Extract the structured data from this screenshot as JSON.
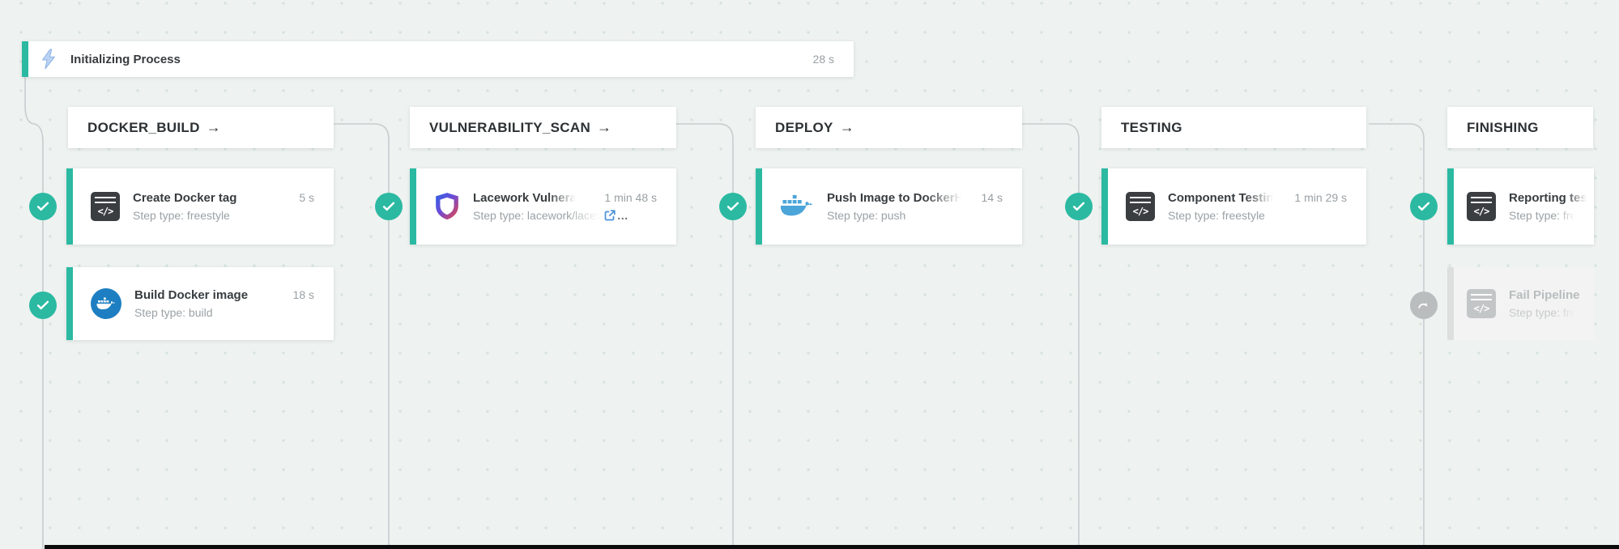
{
  "colors": {
    "teal": "#2bb9a2",
    "background": "#eef2f0",
    "docker_blue": "#1d7fc1",
    "push_blue": "#4ba5d9",
    "link_blue": "#4a90d9",
    "gray_text": "#9aa0a4",
    "dark_text": "#383c3f",
    "line_gray": "#c7cdcf",
    "skip_gray": "#b9bdbe"
  },
  "init_step": {
    "title": "Initializing Process",
    "duration": "28 s",
    "icon": "lightning-icon"
  },
  "stages": [
    {
      "name": "DOCKER_BUILD",
      "arrow": "→",
      "steps": [
        {
          "title": "Create Docker tag",
          "duration": "5 s",
          "subtitle": "Step type: freestyle",
          "icon": "code-terminal-icon",
          "status": "success"
        },
        {
          "title": "Build Docker image",
          "duration": "18 s",
          "subtitle": "Step type: build",
          "icon": "docker-build-icon",
          "status": "success"
        }
      ]
    },
    {
      "name": "VULNERABILITY_SCAN",
      "arrow": "→",
      "steps": [
        {
          "title": "Lacework Vulnera",
          "duration": "1 min 48 s",
          "subtitle": "Step type: lacework/lacev",
          "subtitle_suffix": "…",
          "icon": "lacework-shield-icon",
          "status": "success"
        }
      ]
    },
    {
      "name": "DEPLOY",
      "arrow": "→",
      "steps": [
        {
          "title": "Push Image to DockerH",
          "duration": "14 s",
          "subtitle": "Step type: push",
          "icon": "docker-push-icon",
          "status": "success"
        }
      ]
    },
    {
      "name": "TESTING",
      "arrow": "",
      "steps": [
        {
          "title": "Component Testin",
          "duration": "1 min 29 s",
          "subtitle": "Step type: freestyle",
          "icon": "code-terminal-icon",
          "status": "success"
        }
      ]
    },
    {
      "name": "FINISHING",
      "arrow": "",
      "steps": [
        {
          "title": "Reporting tes",
          "duration": "",
          "subtitle": "Step type: fre",
          "icon": "code-terminal-icon",
          "status": "success"
        },
        {
          "title": "Fail Pipeline",
          "duration": "",
          "subtitle": "Step type: fre",
          "icon": "code-terminal-icon",
          "status": "skipped"
        }
      ]
    }
  ]
}
